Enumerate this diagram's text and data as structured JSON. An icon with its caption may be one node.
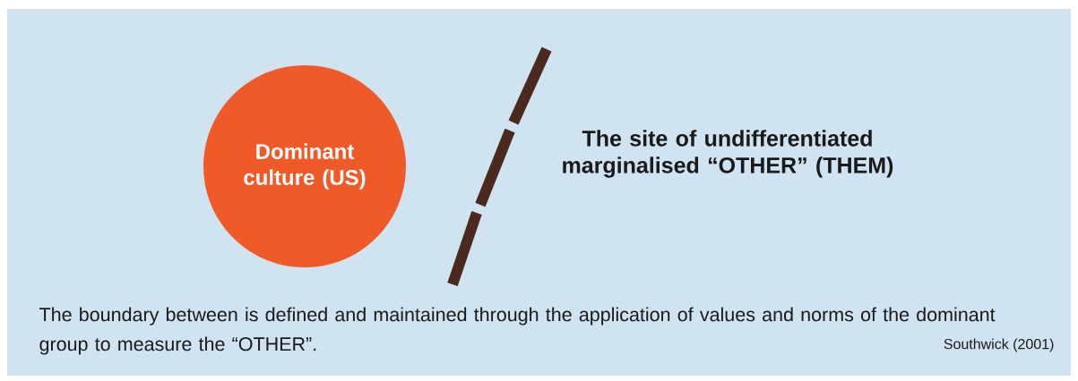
{
  "diagram": {
    "nodes": [
      {
        "text": [
          "Dominant culture (US)"
        ]
      }
    ],
    "labels": [
      "The site of undifferentiated marginalised “OTHER” (THEM)",
      "The boundary between is defined and maintained through the application of values and norms of the dominant group to measure the “OTHER”.",
      "Southwick (2001)"
    ]
  }
}
